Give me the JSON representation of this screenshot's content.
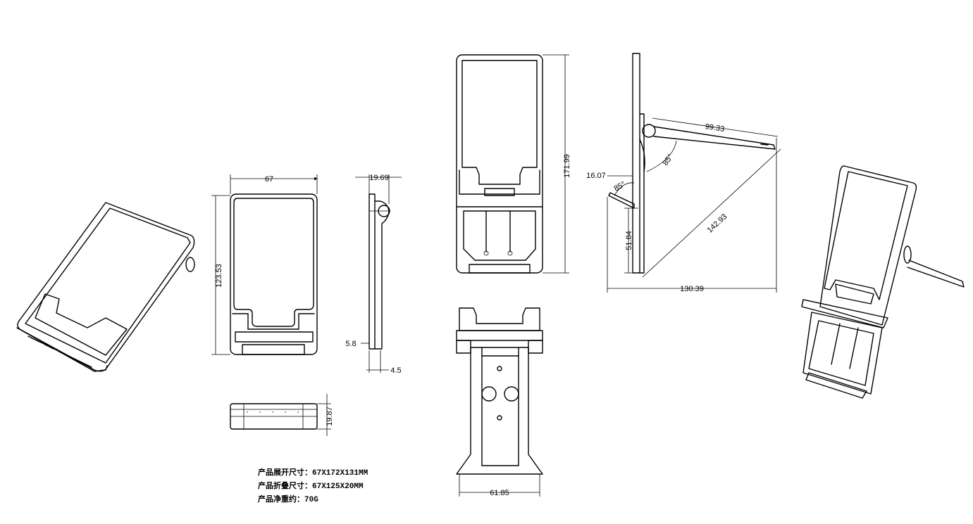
{
  "dimensions": {
    "front_width": "67",
    "front_height": "123.53",
    "side_depth_top": "19.69",
    "side_bottom_lip": "5.8",
    "side_thickness": "4.5",
    "bottom_height": "19.87",
    "open_height": "171.99",
    "back_width": "61.85",
    "stand_arm_length": "99.33",
    "stand_angle_upper": "85°",
    "stand_angle_lower": "85°",
    "stand_offset": "16.07",
    "stand_diagonal": "142.93",
    "stand_lower_height": "51.84",
    "stand_base_length": "130.39"
  },
  "specs": {
    "unfolded_size": "产品展开尺寸：67X172X131MM",
    "folded_size": "产品折叠尺寸：67X125X20MM",
    "net_weight": "产品净重约：70G"
  }
}
